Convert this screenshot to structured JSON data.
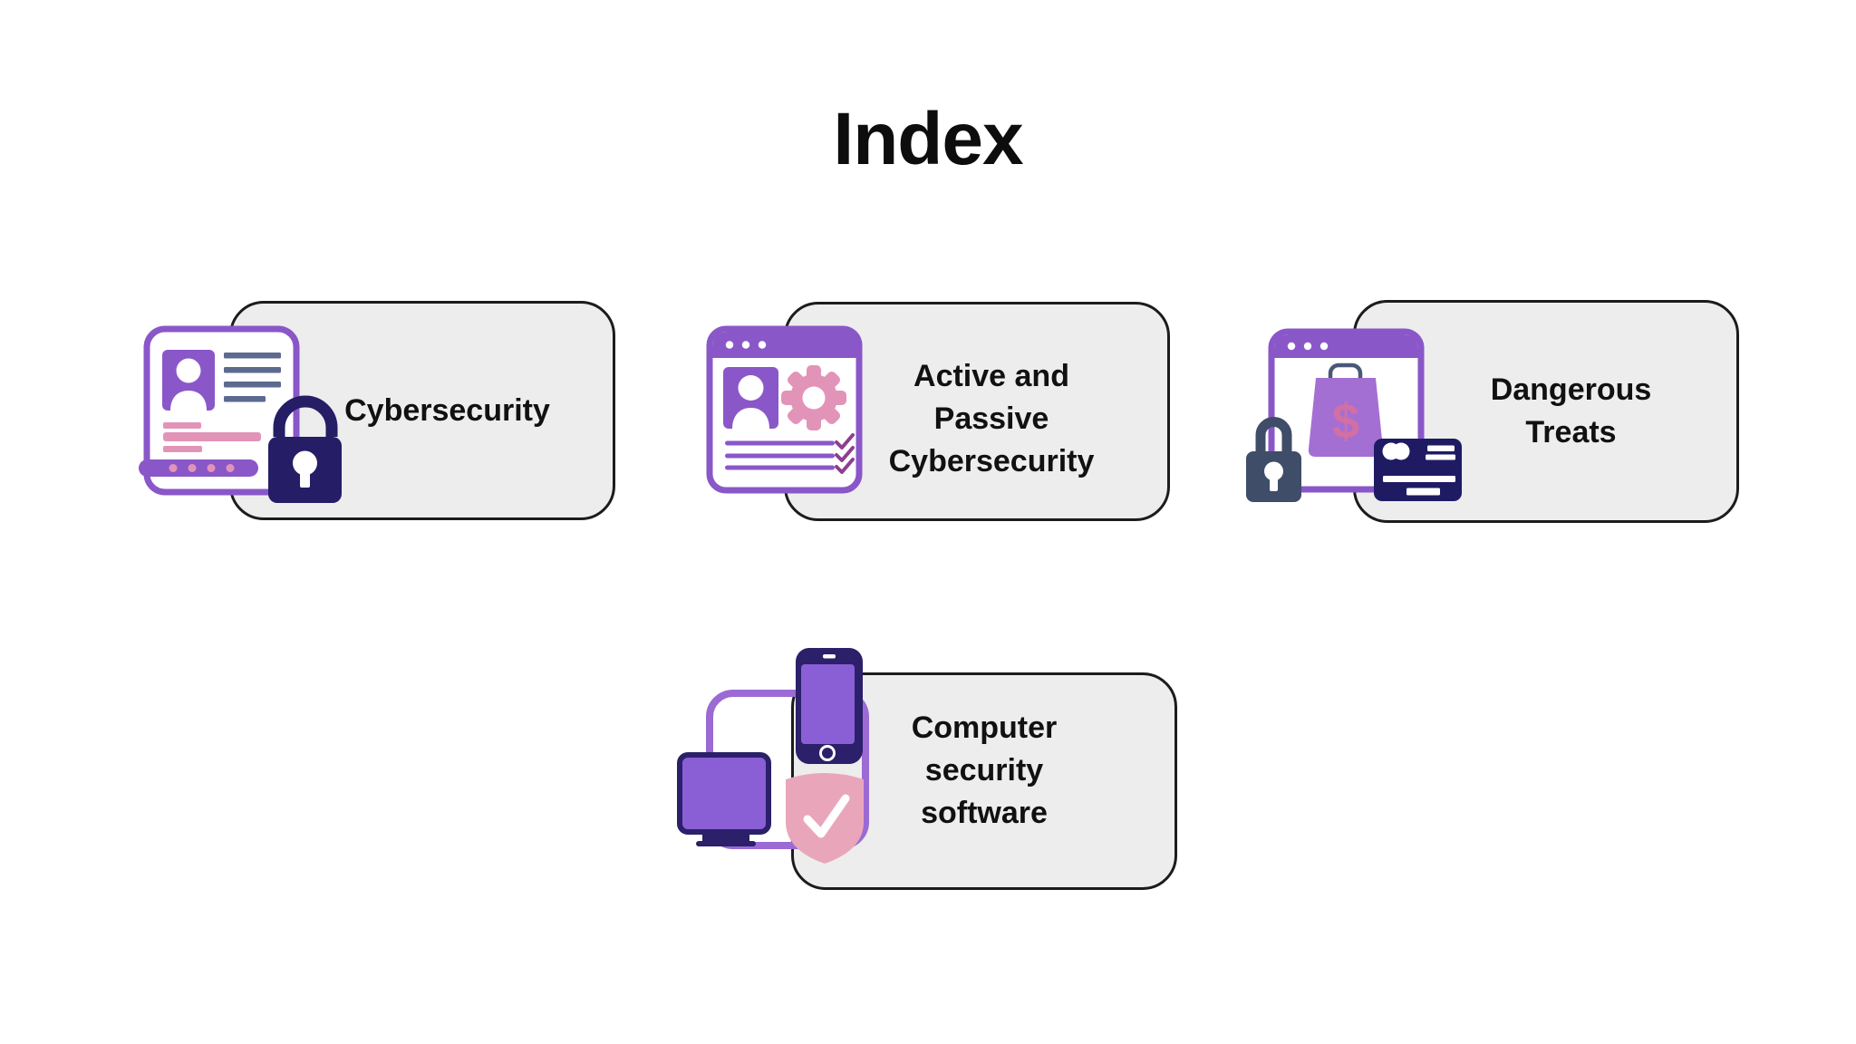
{
  "title": "Index",
  "palette": {
    "purple": "#8a57c9",
    "bag_purple": "#a46fd2",
    "screen_purple": "#8a5fd6",
    "connector_purple": "#9b6ad4",
    "navy": "#251d66",
    "phone_navy": "#2b2069",
    "credit_card_navy": "#1f1b63",
    "slate": "#3f4d68",
    "slate_lines": "#5c6a90",
    "pink": "#e294b8",
    "shield_pink": "#e9a6bb",
    "check_plum": "#8c3f8f",
    "card_background": "#ededed",
    "card_border": "#1c1c1c",
    "title_text": "#0d0d0d"
  },
  "cards": [
    {
      "id": "cybersecurity",
      "label": "Cybersecurity",
      "icon": "id-card-padlock-icon"
    },
    {
      "id": "active-passive-cybersecurity",
      "label": "Active and\nPassive\nCybersecurity",
      "icon": "browser-user-gear-checklist-icon"
    },
    {
      "id": "dangerous-treats",
      "label": "Dangerous\nTreats",
      "icon": "browser-shopping-lock-credit-card-icon"
    },
    {
      "id": "computer-security-software",
      "label": "Computer\nsecurity\nsoftware",
      "icon": "devices-shield-check-icon"
    }
  ],
  "icon_glyphs": {
    "dollar": "$"
  }
}
